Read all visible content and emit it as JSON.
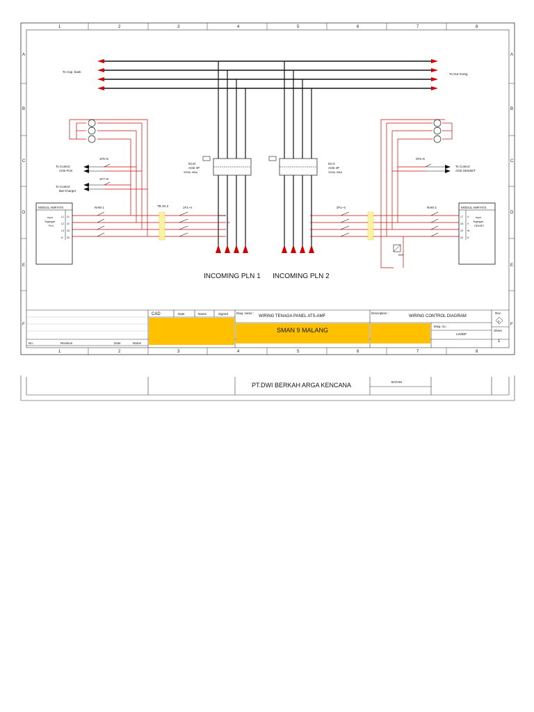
{
  "grid": {
    "cols": [
      "1",
      "2",
      "3",
      "4",
      "5",
      "6",
      "7",
      "8"
    ],
    "rows": [
      "A",
      "B",
      "C",
      "D",
      "E",
      "F"
    ]
  },
  "diagram": {
    "to_cap_bank": "To Cap. bank",
    "to_out_going": "To Out Going",
    "to_control_acb_pln": [
      "To Control",
      "ACB PLN"
    ],
    "to_control_bat_charger": [
      "To Control",
      "Bat Charger"
    ],
    "to_control_acb_genset": [
      "To Control",
      "ACB GENSET"
    ],
    "fuse_left_1": "1F5~6",
    "fuse_left_2": "1F7~8",
    "fuse_right_1": "2F5~6",
    "acb_left": [
      "52.M",
      "ACB 4P",
      "3200A, 65kA"
    ],
    "acb_right": [
      "52.G",
      "ACB 4P",
      "3200A, 65kA"
    ],
    "modul_left": "MODUL AMF/ATS",
    "modul_left_input": [
      "Input",
      "Tegangan",
      "PLN"
    ],
    "modul_left_terms": [
      "L1",
      "L2",
      "L3",
      "N"
    ],
    "modul_left_nums": [
      "21",
      "22",
      "23",
      "26"
    ],
    "modul_right": "MODUL AMF/ATS",
    "modul_right_input": [
      "Input",
      "Tegangan",
      "GENSET"
    ],
    "modul_right_terms": [
      "U",
      "V",
      "W",
      "N"
    ],
    "modul_right_nums": [
      "17",
      "18",
      "19",
      "20"
    ],
    "ram_left": "RAM 1",
    "ram_right": "RAM 2",
    "tb_left": "TB 3X.2",
    "fuse_left_3": "1F1~4",
    "fuse_right_3": "2F1~4",
    "rer": "RER",
    "incoming_1": "INCOMING PLN 1",
    "incoming_2": "INCOMING PLN 2"
  },
  "title_block": {
    "cad": "CAD",
    "date_h": "Date",
    "name_h": "Name",
    "signed_h": "Signed",
    "dwg_name_label": "Dwg. name :",
    "dwg_name": "WIRING TENAGA PANEL ATS-AMF",
    "description_label": "Description :",
    "description": "WIRING CONTROL DIAGRAM",
    "rev_label": "Rev.",
    "rev_value": "0",
    "project": "SMAN 9 MALANG",
    "dwg_no_label": "Dwg. no.:",
    "dwg_no": "LVMDP",
    "sheet_label": "Sheet",
    "sheet_value": "1",
    "no_h": "No.",
    "revision_h": "Revision",
    "date2_h": "Date",
    "name2_h": "Name",
    "company": "PT.DWI BERKAH ARGA KENCANA",
    "city": "BATAM"
  },
  "colors": {
    "highlight": "#ffc000",
    "wire": "#cc0000",
    "wire_label": "#e020e0",
    "line": "#111111"
  }
}
